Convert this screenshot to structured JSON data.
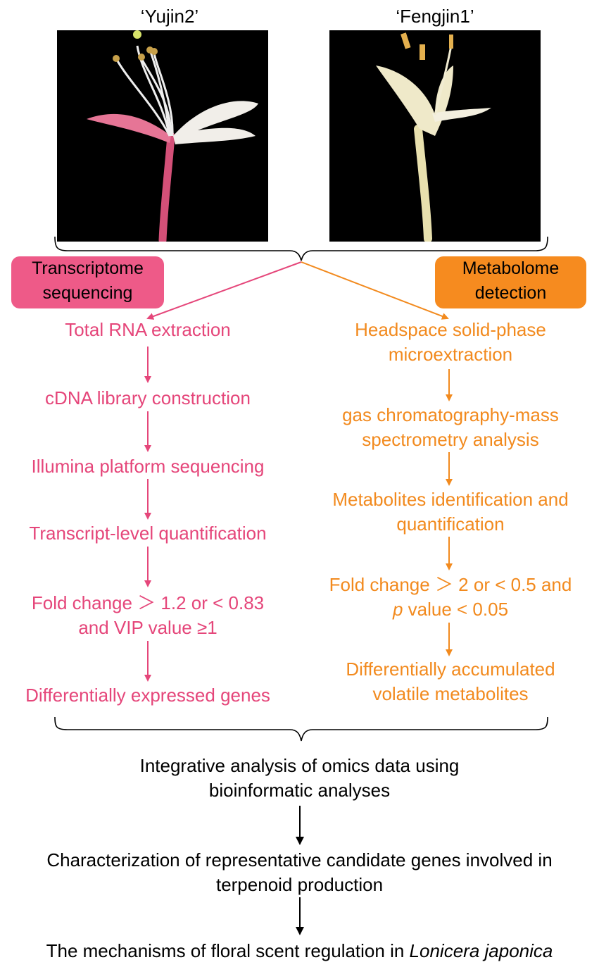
{
  "colors": {
    "pink": "#e5467a",
    "pink_box": "#ee5a88",
    "orange": "#f28a1e",
    "orange_box": "#f68b1f",
    "black": "#000000"
  },
  "cultivars": {
    "left": "‘Yujin2’",
    "right": "‘Fengjin1’"
  },
  "photos": {
    "left": "honeysuckle-flower-pink",
    "right": "honeysuckle-flower-white"
  },
  "transcriptome": {
    "box": [
      "Transcriptome",
      "sequencing"
    ],
    "steps": [
      [
        "Total RNA extraction"
      ],
      [
        "cDNA library construction"
      ],
      [
        "Illumina platform sequencing"
      ],
      [
        "Transcript-level quantification"
      ],
      [
        "Fold change ＞ 1.2 or < 0.83",
        "and VIP value ≥1"
      ],
      [
        "Differentially expressed genes"
      ]
    ]
  },
  "metabolome": {
    "box": [
      "Metabolome",
      "detection"
    ],
    "steps": [
      [
        "Headspace solid-phase",
        "microextraction"
      ],
      [
        "gas chromatography-mass",
        "spectrometry analysis"
      ],
      [
        "Metabolites identification and",
        "quantification"
      ],
      {
        "line1": "Fold change ＞ 2 or < 0.5 and",
        "line2_italic": "p",
        "line2_rest": " value < 0.05"
      },
      [
        "Differentially accumulated",
        "volatile metabolites"
      ]
    ]
  },
  "integration": {
    "step1": [
      "Integrative analysis of omics data using",
      "bioinformatic analyses"
    ],
    "step2": [
      "Characterization of representative candidate genes involved in",
      "terpenoid production"
    ],
    "step3": {
      "text": "The mechanisms of floral scent regulation in ",
      "italic": "Lonicera japonica"
    }
  }
}
